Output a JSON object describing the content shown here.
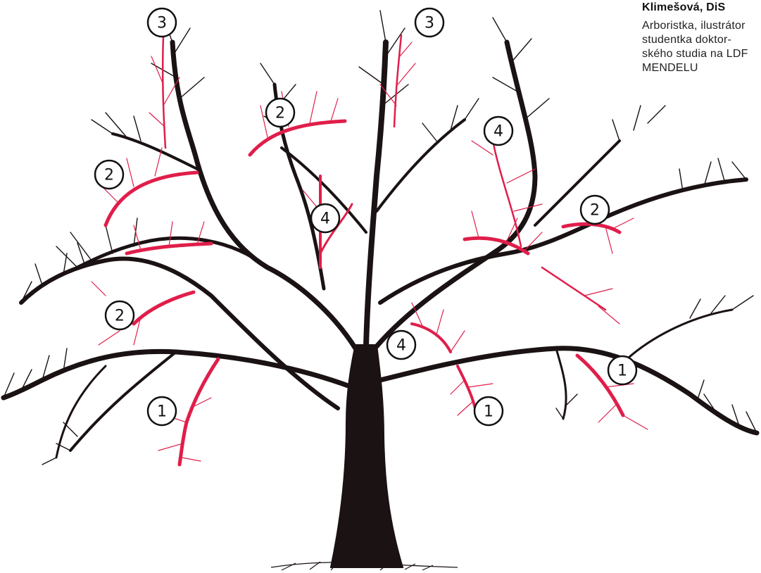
{
  "caption": {
    "name": "Klimešová, DiS",
    "lines": [
      "Arboristka, ilustrátor",
      "studentka doktor-",
      "ského studia na LDF",
      "MENDELU"
    ]
  },
  "markers": [
    {
      "id": "m3-left",
      "label": "3"
    },
    {
      "id": "m3-right",
      "label": "3"
    },
    {
      "id": "m2-top",
      "label": "2"
    },
    {
      "id": "m4-upper-right",
      "label": "4"
    },
    {
      "id": "m2-left",
      "label": "2"
    },
    {
      "id": "m4-center",
      "label": "4"
    },
    {
      "id": "m2-right",
      "label": "2"
    },
    {
      "id": "m2-lower-left",
      "label": "2"
    },
    {
      "id": "m4-lower",
      "label": "4"
    },
    {
      "id": "m1-left",
      "label": "1"
    },
    {
      "id": "m1-mid",
      "label": "1"
    },
    {
      "id": "m1-right",
      "label": "1"
    }
  ],
  "colors": {
    "ink": "#1a1213",
    "red": "#e01e4a",
    "paper": "#ffffff"
  }
}
